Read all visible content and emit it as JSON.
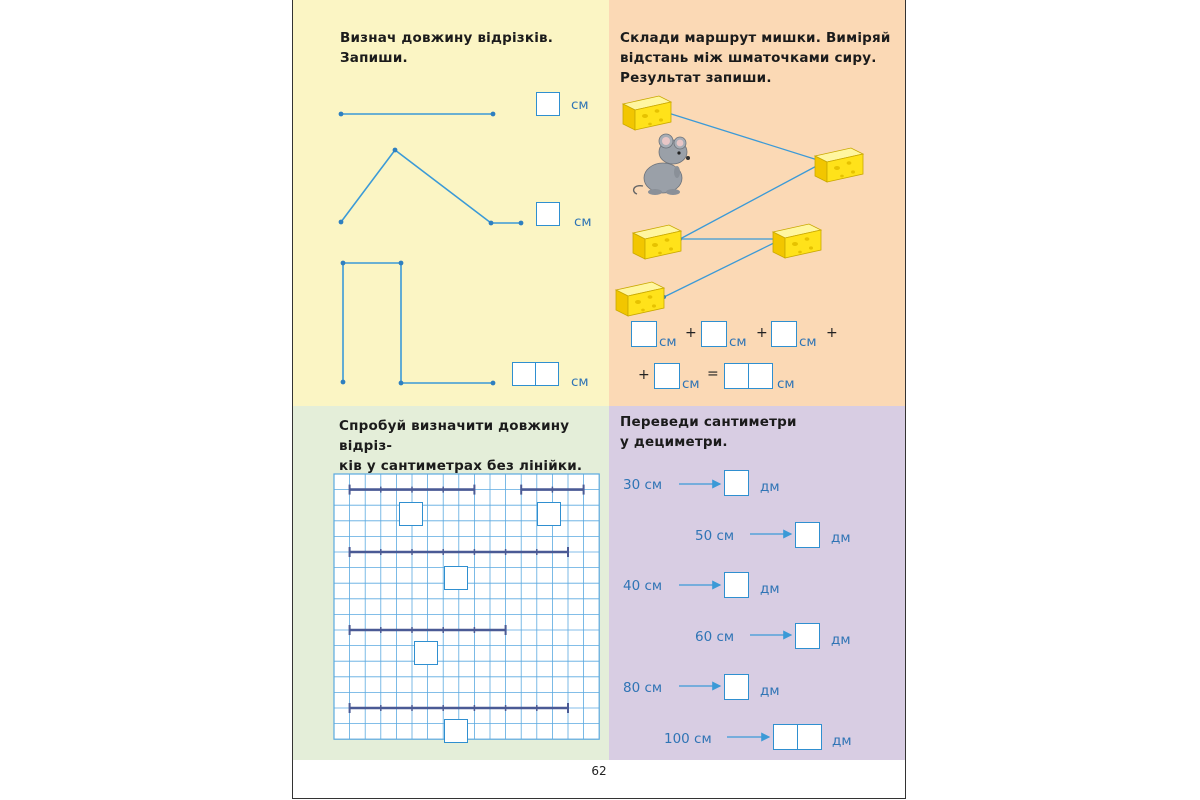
{
  "page_number": "62",
  "colors": {
    "line": "#3b9ad7",
    "box_border": "#2f8fd0",
    "unit_text": "#2f74b5",
    "grid": "#5aa9e0",
    "segment": "#4a5a95",
    "cheese": "#ffe21a"
  },
  "tasks": {
    "t1": {
      "instruction": "Визнач довжину відрізків.\nЗапиши.",
      "unit": "см"
    },
    "t2": {
      "instruction": "Склади маршрут мишки. Виміряй\nвідстань між шматочками сиру.\nРезультат запиши.",
      "unit": "см",
      "plus": "+",
      "equals": "=",
      "icons": [
        "mouse-icon",
        "cheese-icon"
      ]
    },
    "t3": {
      "instruction": "Спробуй визначити довжину відріз-\nків у сантиметрах без лінійки."
    },
    "t4": {
      "instruction": "Переведи сантиметри\nу дециметри.",
      "unit_out": "дм",
      "rows": [
        {
          "label": "30 см"
        },
        {
          "label": "50 см"
        },
        {
          "label": "40 см"
        },
        {
          "label": "60 см"
        },
        {
          "label": "80 см"
        },
        {
          "label": "100 см"
        }
      ]
    }
  }
}
